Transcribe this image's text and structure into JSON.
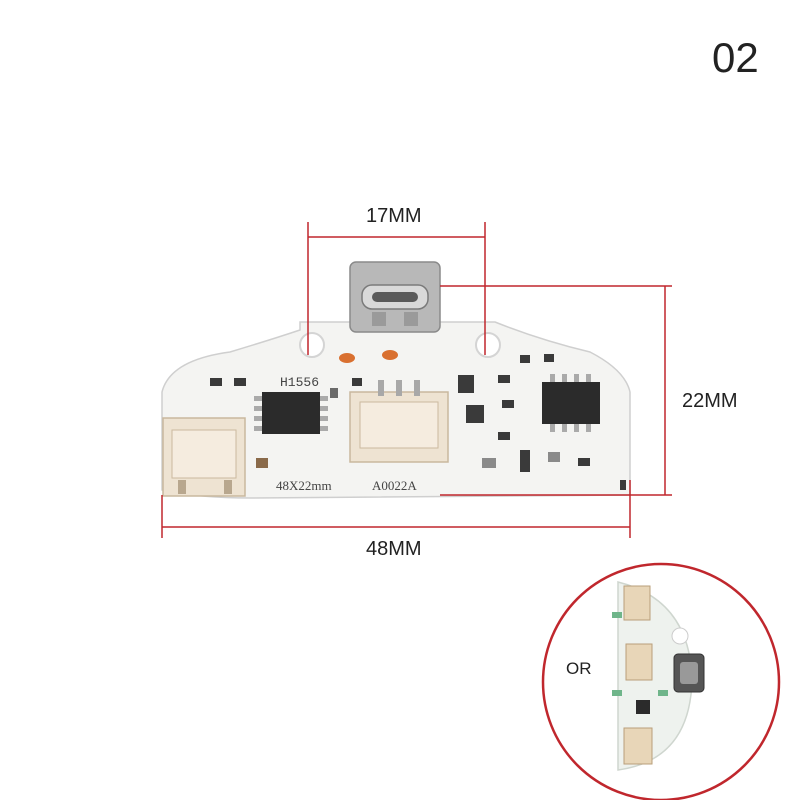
{
  "page_number": "02",
  "dimensions": {
    "top_width": "17MM",
    "height": "22MM",
    "bottom_width": "48MM"
  },
  "inset": {
    "label": "OR"
  },
  "pcb": {
    "silkscreen_model": "H1556",
    "silkscreen_size": "48X22mm",
    "silkscreen_code": "A0022A"
  },
  "colors": {
    "dimension_line": "#c0272d",
    "inset_ring": "#c0272d",
    "board": "#f4f4f2",
    "connector": "#e8dccb"
  }
}
